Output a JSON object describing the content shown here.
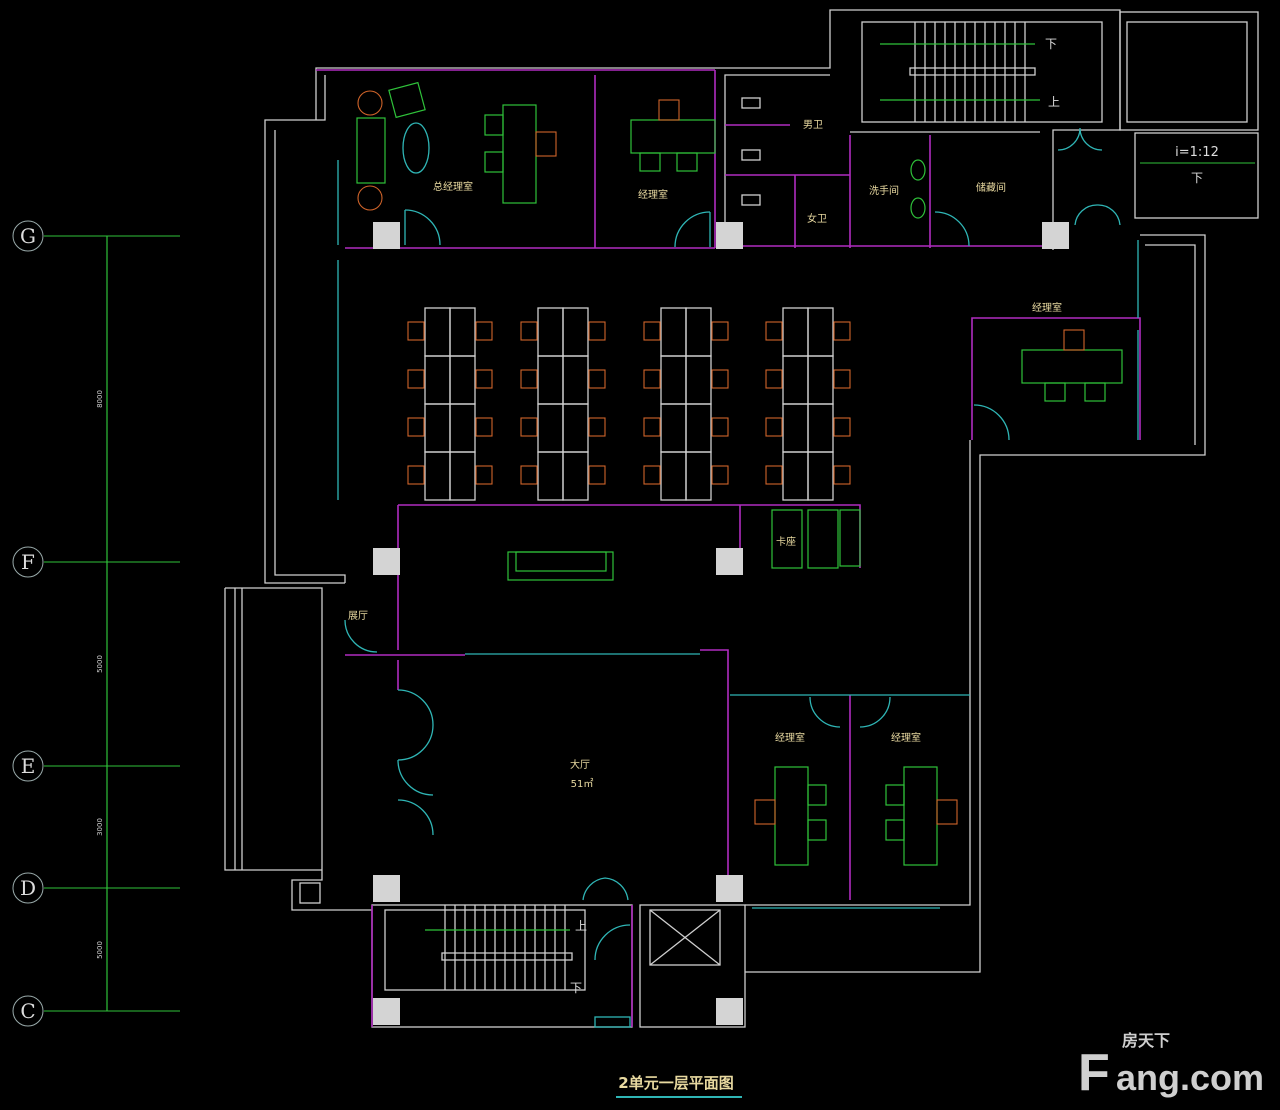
{
  "title": "2单元一层平面图",
  "watermark": {
    "cn": "房天下",
    "en": "Fang.com"
  },
  "axes": [
    {
      "label": "G"
    },
    {
      "label": "F"
    },
    {
      "label": "E"
    },
    {
      "label": "D"
    },
    {
      "label": "C"
    }
  ],
  "dimensions": [
    "8000",
    "5000",
    "3000",
    "5000"
  ],
  "rooms": {
    "gm_office": "总经理室",
    "manager_top": "经理室",
    "mens_wc": "男卫",
    "womens_wc": "女卫",
    "washroom": "洗手间",
    "storage": "储藏间",
    "manager_right": "经理室",
    "booth": "卡座",
    "exhibition": "展厅",
    "lobby": "大厅",
    "lobby_area": "51㎡",
    "manager_bl": "经理室",
    "manager_br": "经理室"
  },
  "stairs": {
    "down": "下",
    "up": "上"
  },
  "ramp": {
    "slope": "i=1:12",
    "dir": "下"
  },
  "workstations": {
    "clusters": 4,
    "rows": 4
  },
  "colors": {
    "wall": "#cfcfcf",
    "partition": "#b02cc0",
    "door": "#2fb5b5",
    "furniture": "#2fc23a",
    "chair": "#d0642a",
    "label": "#e8d9a0"
  }
}
